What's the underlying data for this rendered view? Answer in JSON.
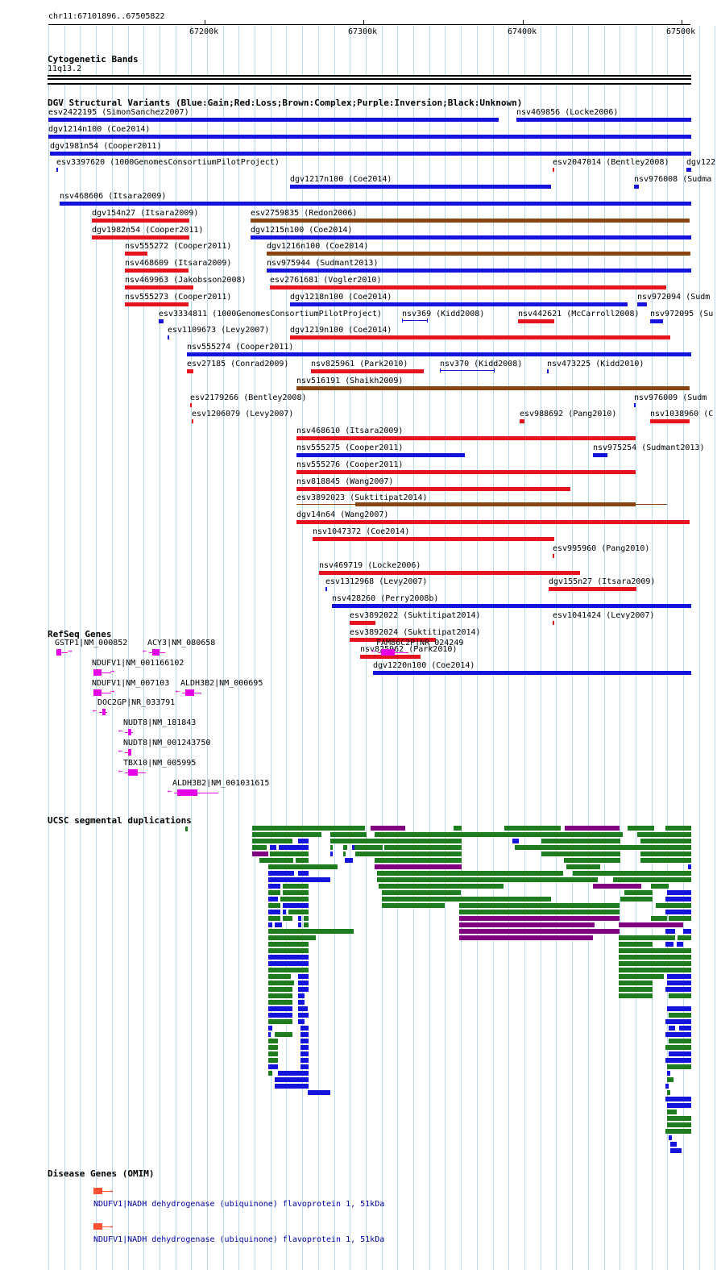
{
  "ruler": {
    "position": "chr11:67101896..67505822",
    "ticks": [
      {
        "label": "67200k",
        "pos": 67200000
      },
      {
        "label": "67300k",
        "pos": 67300000
      },
      {
        "label": "67400k",
        "pos": 67400000
      },
      {
        "label": "67500k",
        "pos": 67500000
      }
    ]
  },
  "tracks": {
    "cytoband": {
      "title": "Cytogenetic Bands",
      "band": "11q13.2"
    },
    "dgv": {
      "title": "DGV Structural Variants (Blue:Gain;Red:Loss;Brown:Complex;Purple:Inversion;Black:Unknown)"
    },
    "refseq": {
      "title": "RefSeq Genes"
    },
    "segdup": {
      "title": "UCSC segmental duplications"
    },
    "omim": {
      "title": "Disease Genes (OMIM)"
    }
  },
  "colors": {
    "gain": "#1414dc",
    "loss": "#e6141e",
    "complex": "#8b4513",
    "inversion": "#800080",
    "gene": "#e600e6",
    "segdup_green": "#1e7d1e",
    "segdup_blue": "#1414dc",
    "omim": "#ff5032",
    "grid": "#b8dce8",
    "link": "#0000a0"
  },
  "variants": [
    {
      "label": "esv2422195 (SimonSanchez2007)",
      "start": 67101896,
      "end": 67385000,
      "type": "gain"
    },
    {
      "label": "nsv469856 (Locke2006)",
      "start": 67396000,
      "end": 67505822,
      "type": "gain"
    },
    {
      "label": "dgv1214n100 (Coe2014)",
      "start": 67101896,
      "end": 67505822,
      "type": "gain"
    },
    {
      "label": "dgv1981n54 (Cooper2011)",
      "start": 67103000,
      "end": 67505822,
      "type": "gain"
    },
    {
      "label": "esv3397620 (1000GenomesConsortiumPilotProject)",
      "start": 67107000,
      "end": 67108000,
      "type": "gain"
    },
    {
      "label": "dgv1217n100 (Coe2014)",
      "start": 67254000,
      "end": 67418000,
      "type": "gain"
    },
    {
      "label": "esv2047014 (Bentley2008)",
      "start": 67419000,
      "end": 67420000,
      "type": "loss"
    },
    {
      "label": "dgv122",
      "start": 67503000,
      "end": 67505822,
      "type": "gain"
    },
    {
      "label": "nsv468606 (Itsara2009)",
      "start": 67109000,
      "end": 67505822,
      "type": "gain"
    },
    {
      "label": "dgv154n27 (Itsara2009)",
      "start": 67129000,
      "end": 67190000,
      "type": "loss"
    },
    {
      "label": "esv2759835 (Redon2006)",
      "start": 67229000,
      "end": 67505000,
      "type": "complex"
    },
    {
      "label": "dgv1982n54 (Cooper2011)",
      "start": 67129000,
      "end": 67190000,
      "type": "loss"
    },
    {
      "label": "dgv1215n100 (Coe2014)",
      "start": 67229000,
      "end": 67505822,
      "type": "gain"
    },
    {
      "label": "nsv555272 (Cooper2011)",
      "start": 67150000,
      "end": 67164000,
      "type": "loss"
    },
    {
      "label": "dgv1216n100 (Coe2014)",
      "start": 67239000,
      "end": 67505000,
      "type": "complex"
    },
    {
      "label": "nsv468609 (Itsara2009)",
      "start": 67150000,
      "end": 67190000,
      "type": "loss"
    },
    {
      "label": "nsv975944 (Sudmant2013)",
      "start": 67239000,
      "end": 67505822,
      "type": "gain"
    },
    {
      "label": "nsv469963 (Jakobsson2008)",
      "start": 67150000,
      "end": 67193000,
      "type": "loss"
    },
    {
      "label": "esv2761681 (Vogler2010)",
      "start": 67241000,
      "end": 67490000,
      "type": "loss"
    },
    {
      "label": "nsv555273 (Cooper2011)",
      "start": 67150000,
      "end": 67190000,
      "type": "loss"
    },
    {
      "label": "dgv1218n100 (Coe2014)",
      "start": 67254000,
      "end": 67466000,
      "type": "gain"
    },
    {
      "label": "nsv976008 (Sudma",
      "start": 67470000,
      "end": 67473000,
      "type": "gain"
    },
    {
      "label": "esv3334811 (1000GenomesConsortiumPilotProject)",
      "start": 67171000,
      "end": 67174000,
      "type": "gain"
    },
    {
      "label": "nsv369 (Kidd2008)",
      "start": 67324000,
      "end": 67340000,
      "type": "gain",
      "style": "span"
    },
    {
      "label": "nsv442621 (McCarroll2008)",
      "start": 67397000,
      "end": 67420000,
      "type": "loss"
    },
    {
      "label": "nsv972094 (Sudm",
      "start": 67472000,
      "end": 67478000,
      "type": "gain"
    },
    {
      "label": "esv1109673 (Levy2007)",
      "start": 67177000,
      "end": 67178000,
      "type": "gain"
    },
    {
      "label": "dgv1219n100 (Coe2014)",
      "start": 67254000,
      "end": 67493000,
      "type": "loss"
    },
    {
      "label": "nsv555274 (Cooper2011)",
      "start": 67189000,
      "end": 67505822,
      "type": "gain"
    },
    {
      "label": "esv27185 (Conrad2009)",
      "start": 67189000,
      "end": 67193000,
      "type": "loss"
    },
    {
      "label": "nsv516191 (Shaikh2009)",
      "start": 67258000,
      "end": 67505000,
      "type": "complex"
    },
    {
      "label": "esv2179266 (Bentley2008)",
      "start": 67191000,
      "end": 67192000,
      "type": "loss"
    },
    {
      "label": "nsv825961 (Park2010)",
      "start": 67267000,
      "end": 67338000,
      "type": "loss"
    },
    {
      "label": "nsv370 (Kidd2008)",
      "start": 67348000,
      "end": 67382000,
      "type": "gain",
      "style": "span"
    },
    {
      "label": "nsv473225 (Kidd2010)",
      "start": 67415000,
      "end": 67416000,
      "type": "gain"
    },
    {
      "label": "nsv976009 (Sudm",
      "start": 67470000,
      "end": 67471000,
      "type": "gain"
    },
    {
      "label": "esv1206079 (Levy2007)",
      "start": 67192000,
      "end": 67193000,
      "type": "loss"
    },
    {
      "label": "nsv468610 (Itsara2009)",
      "start": 67258000,
      "end": 67471000,
      "type": "loss"
    },
    {
      "label": "nsv972095 (Su",
      "start": 67480000,
      "end": 67488000,
      "type": "gain"
    },
    {
      "label": "nsv555275 (Cooper2011)",
      "start": 67258000,
      "end": 67364000,
      "type": "gain"
    },
    {
      "label": "esv988692 (Pang2010)",
      "start": 67398000,
      "end": 67401000,
      "type": "loss"
    },
    {
      "label": "nsv1038960 (C",
      "start": 67480000,
      "end": 67505000,
      "type": "loss"
    },
    {
      "label": "nsv555276 (Cooper2011)",
      "start": 67258000,
      "end": 67471000,
      "type": "loss"
    },
    {
      "label": "nsv818845 (Wang2007)",
      "start": 67258000,
      "end": 67430000,
      "type": "loss"
    },
    {
      "label": "nsv975254 (Sudmant2013)",
      "start": 67444000,
      "end": 67453000,
      "type": "gain"
    },
    {
      "label": "esv3892023 (Suktitipat2014)",
      "start": 67258000,
      "end": 67491000,
      "type": "complex",
      "style": "thin"
    },
    {
      "label": "dgv14n64 (Wang2007)",
      "start": 67258000,
      "end": 67505000,
      "type": "loss"
    },
    {
      "label": "nsv1047372 (Coe2014)",
      "start": 67268000,
      "end": 67420000,
      "type": "loss"
    },
    {
      "label": "esv995960 (Pang2010)",
      "start": 67419000,
      "end": 67420000,
      "type": "loss"
    },
    {
      "label": "nsv469719 (Locke2006)",
      "start": 67272000,
      "end": 67436000,
      "type": "loss"
    },
    {
      "label": "esv1312968 (Levy2007)",
      "start": 67276000,
      "end": 67277000,
      "type": "gain"
    },
    {
      "label": "dgv155n27 (Itsara2009)",
      "start": 67416000,
      "end": 67471000,
      "type": "loss"
    },
    {
      "label": "nsv428260 (Perry2008b)",
      "start": 67280000,
      "end": 67505822,
      "type": "gain"
    },
    {
      "label": "esv3892022 (Suktitipat2014)",
      "start": 67291000,
      "end": 67307000,
      "type": "loss"
    },
    {
      "label": "esv1041424 (Levy2007)",
      "start": 67419000,
      "end": 67420000,
      "type": "loss"
    },
    {
      "label": "esv3892024 (Suktitipat2014)",
      "start": 67291000,
      "end": 67345000,
      "type": "loss"
    },
    {
      "label": "nsv825962 (Park2010)",
      "start": 67298000,
      "end": 67336000,
      "type": "loss"
    },
    {
      "label": "dgv1220n100 (Coe2014)",
      "start": 67306000,
      "end": 67505822,
      "type": "gain"
    }
  ],
  "genes": [
    {
      "label": "GSTP1|NM_000852",
      "start": 67107000,
      "end": 67114000,
      "strand": "+"
    },
    {
      "label": "ACY3|NM_080658",
      "start": 67165000,
      "end": 67175000,
      "strand": "-"
    },
    {
      "label": "FAM86C2P|NR_024249",
      "start": 67309000,
      "end": 67328000,
      "strand": "-"
    },
    {
      "label": "NDUFV1|NM_001166102",
      "start": 67130000,
      "end": 67141000,
      "strand": "+"
    },
    {
      "label": "NDUFV1|NM_007103",
      "start": 67130000,
      "end": 67141000,
      "strand": "+"
    },
    {
      "label": "ALDH3B2|NM_000695",
      "start": 67186000,
      "end": 67198000,
      "strand": "-"
    },
    {
      "label": "DOC2GP|NR_033791",
      "start": 67134000,
      "end": 67139000,
      "strand": "-"
    },
    {
      "label": "NUDT8|NM_181843",
      "start": 67150000,
      "end": 67155000,
      "strand": "-"
    },
    {
      "label": "NUDT8|NM_001243750",
      "start": 67150000,
      "end": 67154000,
      "strand": "-"
    },
    {
      "label": "TBX10|NM_005995",
      "start": 67150000,
      "end": 67163000,
      "strand": "-"
    },
    {
      "label": "ALDH3B2|NM_001031615",
      "start": 67181000,
      "end": 67209000,
      "strand": "-"
    }
  ],
  "omim": [
    {
      "label": "NDUFV1|NADH dehydrogenase (ubiquinone) flavoprotein 1, 51kDa",
      "start": 67130000,
      "end": 67141000
    },
    {
      "label": "NDUFV1|NADH dehydrogenase (ubiquinone) flavoprotein 1, 51kDa",
      "start": 67130000,
      "end": 67141000
    }
  ]
}
